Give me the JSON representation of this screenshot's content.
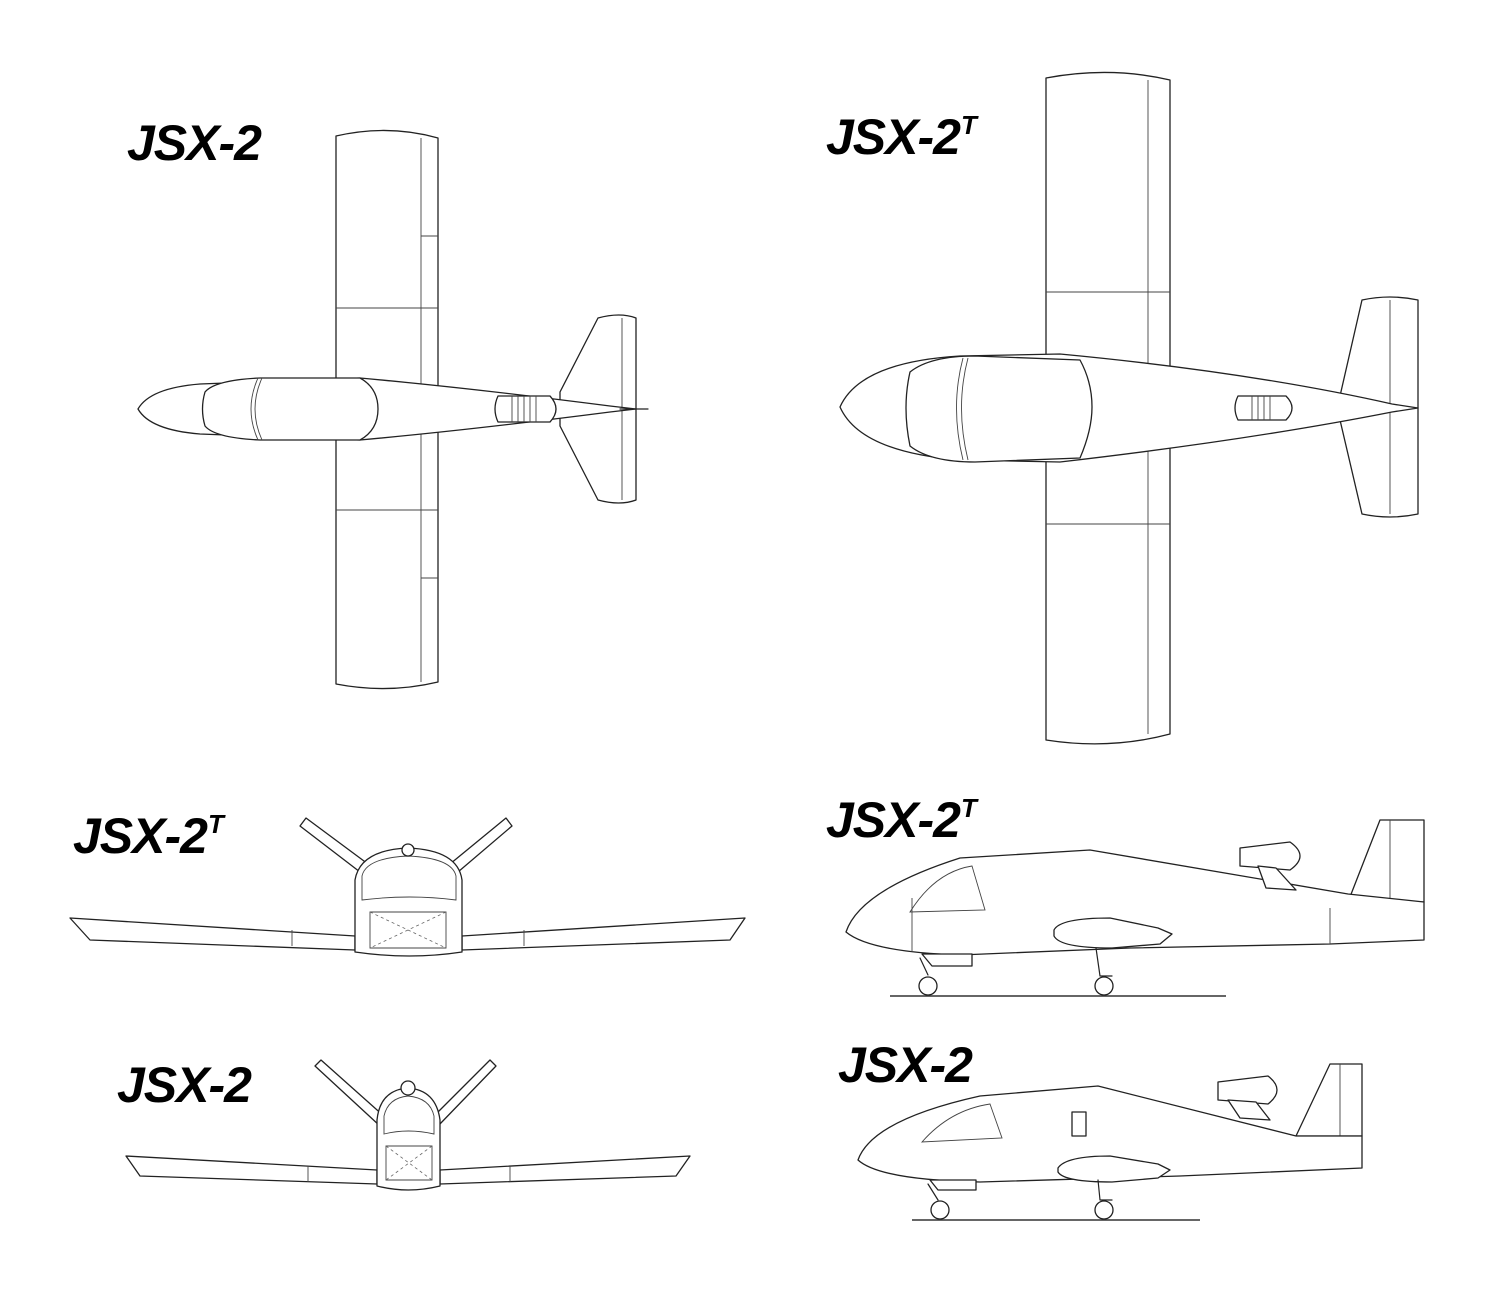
{
  "views": {
    "top_jsx2": {
      "label": "JSX-2",
      "sup": ""
    },
    "top_jsx2t": {
      "label": "JSX-2",
      "sup": "T"
    },
    "front_jsx2t": {
      "label": "JSX-2",
      "sup": "T"
    },
    "side_jsx2t": {
      "label": "JSX-2",
      "sup": "T"
    },
    "front_jsx2": {
      "label": "JSX-2",
      "sup": ""
    },
    "side_jsx2": {
      "label": "JSX-2",
      "sup": ""
    }
  }
}
